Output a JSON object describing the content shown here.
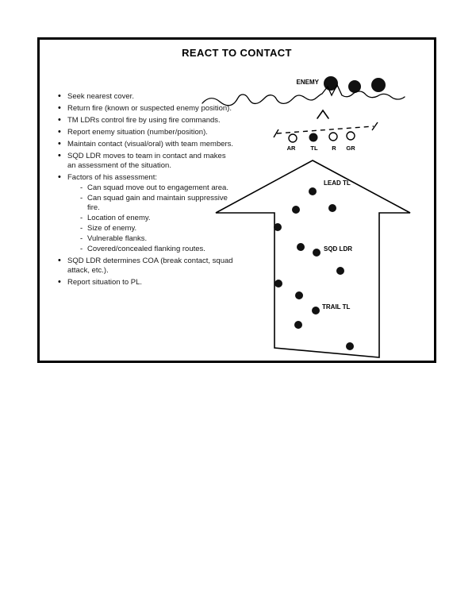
{
  "title": "REACT TO CONTACT",
  "list": {
    "items": [
      {
        "text": "Seek nearest cover."
      },
      {
        "text": "Return fire (known or suspected enemy position)."
      },
      {
        "text": "TM LDRs control fire by using fire commands."
      },
      {
        "text": "Report enemy situation (number/position)."
      },
      {
        "text": "Maintain contact (visual/oral) with team members."
      },
      {
        "text": "SQD LDR moves to team in contact and makes an assessment of the situation."
      },
      {
        "text": "Factors of his assessment:",
        "children": [
          "Can squad move out to engagement area.",
          "Can squad gain and maintain suppressive fire.",
          "Location of enemy.",
          "Size of enemy.",
          "Vulnerable flanks.",
          "Covered/concealed flanking routes."
        ]
      },
      {
        "text": "SQD LDR determines COA (break contact, squad attack, etc.)."
      },
      {
        "text": "Report situation to PL."
      }
    ]
  },
  "diagram": {
    "enemy_label": "ENEMY",
    "team_labels": [
      "AR",
      "TL",
      "R",
      "GR"
    ],
    "position_labels": {
      "lead": "LEAD TL",
      "sqd": "SQD LDR",
      "trail": "TRAIL TL"
    }
  },
  "colors": {
    "ink": "#000000",
    "paper": "#ffffff"
  }
}
